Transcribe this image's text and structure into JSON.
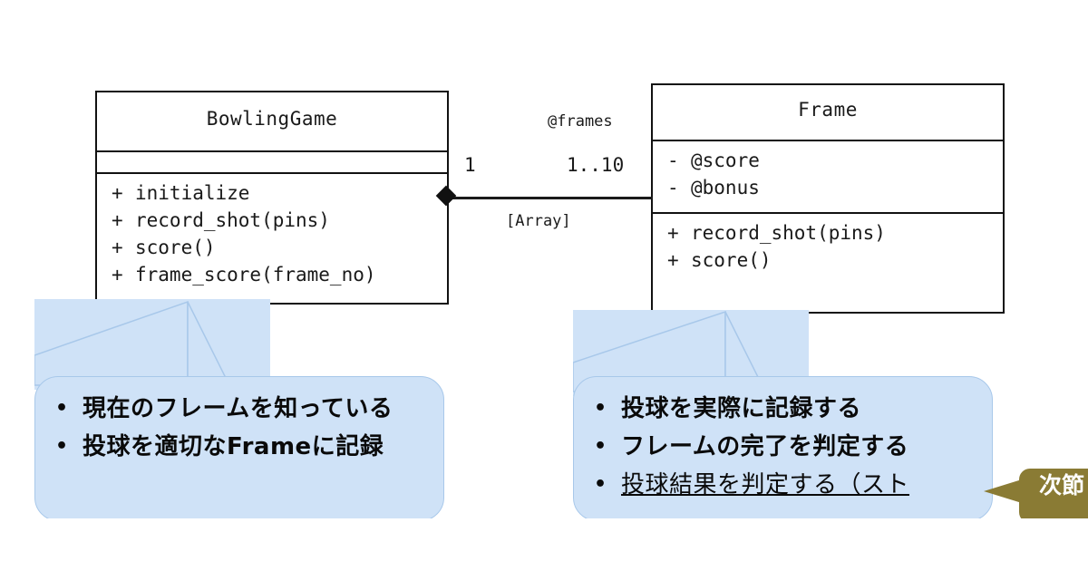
{
  "diagram": {
    "type": "uml-class-diagram",
    "classes": [
      {
        "name": "BowlingGame",
        "attributes": [],
        "operations": [
          {
            "visibility": "+",
            "signature": "initialize"
          },
          {
            "visibility": "+",
            "signature": "record_shot(pins)"
          },
          {
            "visibility": "+",
            "signature": "score()"
          },
          {
            "visibility": "+",
            "signature": "frame_score(frame_no)"
          }
        ]
      },
      {
        "name": "Frame",
        "attributes": [
          {
            "visibility": "-",
            "signature": "@score"
          },
          {
            "visibility": "-",
            "signature": "@bonus"
          }
        ],
        "operations": [
          {
            "visibility": "+",
            "signature": "record_shot(pins)"
          },
          {
            "visibility": "+",
            "signature": "score()"
          }
        ]
      }
    ],
    "association": {
      "kind": "composition",
      "role_name": "@frames",
      "multiplicity_source": "1",
      "multiplicity_target": "1..10",
      "constraint": "[Array]"
    }
  },
  "callouts": {
    "bowlinggame": {
      "items": [
        "現在のフレームを知っている",
        "投球を適切なFrameに記録"
      ]
    },
    "frame": {
      "items": [
        "投球を実際に記録する",
        "フレームの完了を判定する",
        "投球結果を判定する（スト"
      ]
    },
    "next_section": {
      "text": "次節"
    }
  },
  "colors": {
    "callout_fill": "#cfe2f7",
    "callout_border": "#a8c8ea",
    "class_border": "#111111",
    "next_section_fill": "#8a7b34",
    "text": "#1a1a1a"
  }
}
